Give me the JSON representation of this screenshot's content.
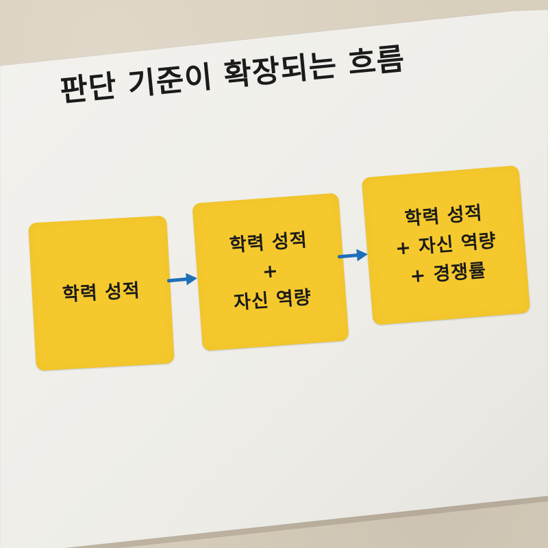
{
  "title": "판단 기준이 확장되는 흐름",
  "colors": {
    "background": "#d9cfbd",
    "paper": "#efeeea",
    "box_fill": "#f5c92e",
    "arrow": "#1f6fb8",
    "text": "#1b1b1b"
  },
  "flow": {
    "steps": [
      {
        "lines": [
          "학력 성적"
        ]
      },
      {
        "lines": [
          "학력 성적",
          "+",
          "자신 역량"
        ]
      },
      {
        "lines": [
          "학력 성적",
          "+ 자신 역량",
          "+ 경쟁률"
        ]
      }
    ],
    "arrows": [
      {
        "icon": "right-arrow-icon"
      },
      {
        "icon": "right-arrow-icon"
      }
    ]
  }
}
